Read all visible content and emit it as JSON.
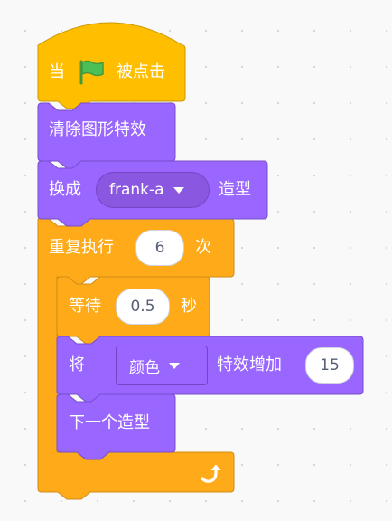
{
  "colors": {
    "events": "#ffbf00",
    "events_border": "#cc9900",
    "control": "#ffab19",
    "control_border": "#cf8b17",
    "looks": "#9966ff",
    "looks_border": "#774dcb",
    "flag_green": "#4cbf56"
  },
  "hat_block": {
    "label_when": "当",
    "flag_icon": "green-flag-icon",
    "label_clicked": "被点击"
  },
  "blocks": {
    "clear_effects": {
      "label": "清除图形特效"
    },
    "switch_costume": {
      "label_prefix": "换成",
      "costume": "frank-a",
      "label_suffix": "造型"
    },
    "repeat": {
      "label": "重复执行",
      "times": "6",
      "label_suffix": "次",
      "loop_icon": "loop-arrow-icon"
    },
    "wait": {
      "label": "等待",
      "seconds": "0.5",
      "label_suffix": "秒"
    },
    "change_effect": {
      "label_prefix": "将",
      "effect": "颜色",
      "label_mid": "特效增加",
      "amount": "15"
    },
    "next_costume": {
      "label": "下一个造型"
    }
  }
}
